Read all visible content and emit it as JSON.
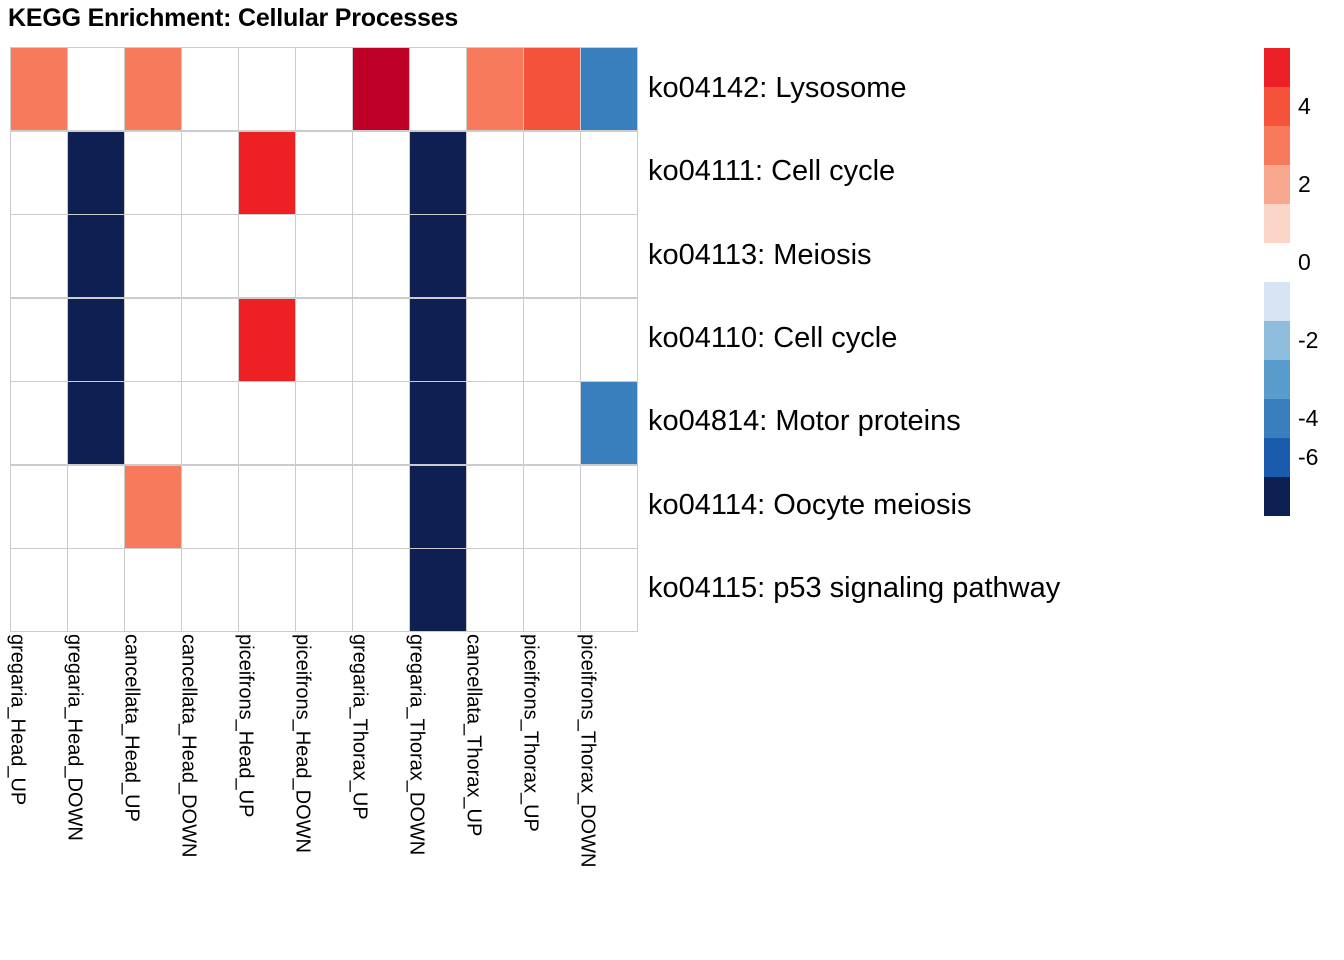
{
  "title": "KEGG Enrichment: Cellular Processes",
  "chart_data": {
    "type": "heatmap",
    "title": "KEGG Enrichment: Cellular Processes",
    "xlabel": "",
    "ylabel": "",
    "grid": true,
    "legend_position": "right",
    "colorbar": {
      "tick_labels": [
        "4",
        "2",
        "0",
        "-2",
        "-4",
        "-6"
      ],
      "tick_values": [
        4,
        2,
        0,
        -2,
        -4,
        -6
      ],
      "range": [
        -7,
        5
      ],
      "positive_colors": [
        "#EC2127",
        "#F4523A",
        "#F87A5C",
        "#F9A890",
        "#FBD6C8"
      ],
      "zero_color": "#FFFFFF",
      "negative_colors": [
        "#D6E3F2",
        "#8FBDDE",
        "#579CCB",
        "#3A7FBD",
        "#1A5BAB",
        "#0E2052"
      ]
    },
    "columns": [
      "gregaria_Head_UP",
      "gregaria_Head_DOWN",
      "cancellata_Head_UP",
      "cancellata_Head_DOWN",
      "piceifrons_Head_UP",
      "piceifrons_Head_DOWN",
      "gregaria_Thorax_UP",
      "gregaria_Thorax_DOWN",
      "cancellata_Thorax_UP",
      "piceifrons_Thorax_UP",
      "piceifrons_Thorax_DOWN"
    ],
    "rows": [
      "ko04142: Lysosome",
      "ko04111: Cell cycle",
      "ko04113: Meiosis",
      "ko04110: Cell cycle",
      "ko04814: Motor proteins",
      "ko04114: Oocyte meiosis",
      "ko04115: p53 signaling pathway"
    ],
    "values": [
      [
        2.6,
        0,
        2.6,
        0,
        0,
        0,
        5.0,
        0,
        2.6,
        3.7,
        -4.0
      ],
      [
        0,
        -6.5,
        0,
        0,
        4.5,
        0,
        0,
        -6.5,
        0,
        0,
        0
      ],
      [
        0,
        -6.5,
        0,
        0,
        0,
        0,
        0,
        -6.5,
        0,
        0,
        0
      ],
      [
        0,
        -6.5,
        0,
        0,
        4.5,
        0,
        0,
        -6.5,
        0,
        0,
        0
      ],
      [
        0,
        -6.5,
        0,
        0,
        0,
        0,
        0,
        -6.5,
        0,
        0,
        -4.0
      ],
      [
        0,
        0,
        2.6,
        0,
        0,
        0,
        0,
        -6.5,
        0,
        0,
        0
      ],
      [
        0,
        0,
        0,
        0,
        0,
        0,
        0,
        -6.5,
        0,
        0,
        0
      ]
    ],
    "cell_colors": [
      [
        "#F87A5C",
        "#FFFFFF",
        "#F87A5C",
        "#FFFFFF",
        "#FFFFFF",
        "#FFFFFF",
        "#BE0026",
        "#FFFFFF",
        "#F87A5C",
        "#F4523A",
        "#3A7FBD"
      ],
      [
        "#FFFFFF",
        "#0E2052",
        "#FFFFFF",
        "#FFFFFF",
        "#ED2024",
        "#FFFFFF",
        "#FFFFFF",
        "#0E2052",
        "#FFFFFF",
        "#FFFFFF",
        "#FFFFFF"
      ],
      [
        "#FFFFFF",
        "#0E2052",
        "#FFFFFF",
        "#FFFFFF",
        "#FFFFFF",
        "#FFFFFF",
        "#FFFFFF",
        "#0E2052",
        "#FFFFFF",
        "#FFFFFF",
        "#FFFFFF"
      ],
      [
        "#FFFFFF",
        "#0E2052",
        "#FFFFFF",
        "#FFFFFF",
        "#ED2024",
        "#FFFFFF",
        "#FFFFFF",
        "#0E2052",
        "#FFFFFF",
        "#FFFFFF",
        "#FFFFFF"
      ],
      [
        "#FFFFFF",
        "#0E2052",
        "#FFFFFF",
        "#FFFFFF",
        "#FFFFFF",
        "#FFFFFF",
        "#FFFFFF",
        "#0E2052",
        "#FFFFFF",
        "#FFFFFF",
        "#3A7FBD"
      ],
      [
        "#FFFFFF",
        "#FFFFFF",
        "#F87A5C",
        "#FFFFFF",
        "#FFFFFF",
        "#FFFFFF",
        "#FFFFFF",
        "#0E2052",
        "#FFFFFF",
        "#FFFFFF",
        "#FFFFFF"
      ],
      [
        "#FFFFFF",
        "#FFFFFF",
        "#FFFFFF",
        "#FFFFFF",
        "#FFFFFF",
        "#FFFFFF",
        "#FFFFFF",
        "#0E2052",
        "#FFFFFF",
        "#FFFFFF",
        "#FFFFFF"
      ]
    ]
  }
}
